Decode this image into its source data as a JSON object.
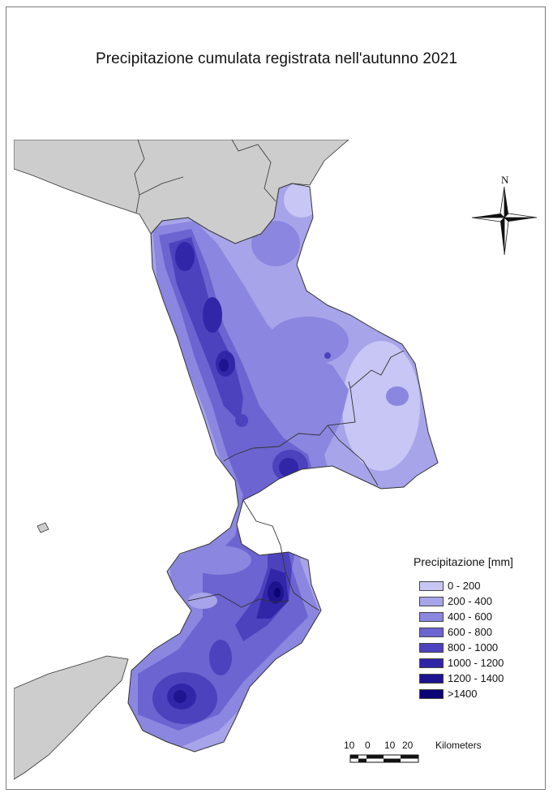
{
  "title": "Precipitazione cumulata registrata nell'autunno 2021",
  "north_label": "N",
  "legend": {
    "title": "Precipitazione [mm]",
    "classes": [
      {
        "label": "0 - 200",
        "color": "#c8c6f4"
      },
      {
        "label": "200 - 400",
        "color": "#a7a4ea"
      },
      {
        "label": "400 - 600",
        "color": "#8b86df"
      },
      {
        "label": "600 - 800",
        "color": "#6c64d0"
      },
      {
        "label": "800 - 1000",
        "color": "#4c42bd"
      },
      {
        "label": "1000 - 1200",
        "color": "#3226a8"
      },
      {
        "label": "1200 - 1400",
        "color": "#1f1490"
      },
      {
        "label": ">1400",
        "color": "#0a0575"
      }
    ]
  },
  "scale_bar": {
    "ticks": [
      "10",
      "0",
      "10",
      "20"
    ],
    "unit": "Kilometers"
  },
  "colors": {
    "land_neighbor": "#cdcdcd",
    "sea": "#ffffff",
    "border": "#333333"
  }
}
